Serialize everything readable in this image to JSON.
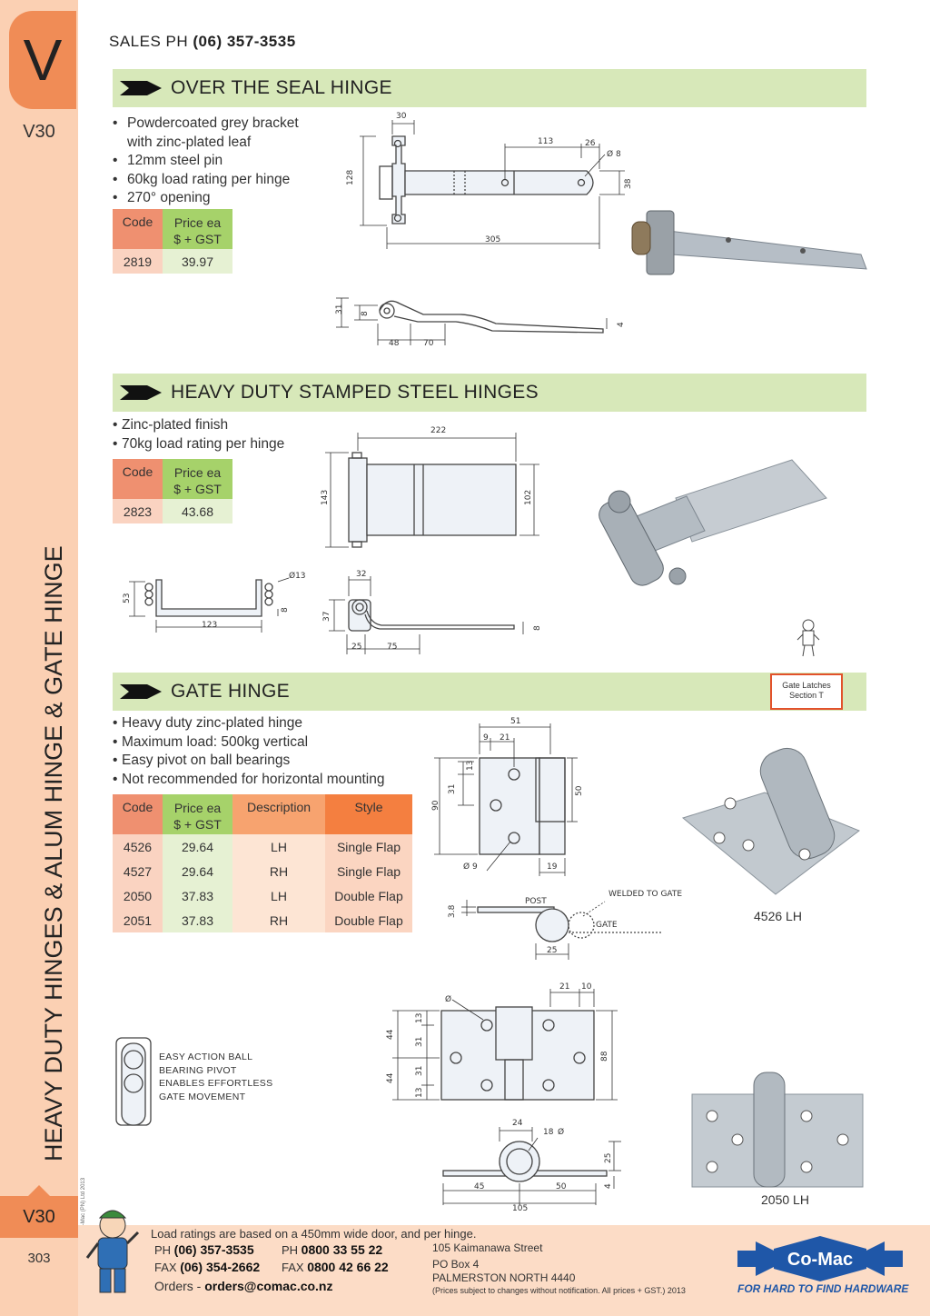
{
  "sidebar": {
    "section_letter": "V",
    "code_top": "V30",
    "vertical_title": "HEAVY DUTY HINGES & ALUM HINGE & GATE HINGE",
    "code_bottom": "V30",
    "page_number": "303",
    "copyright": "© Co-Mac (PN) Ltd 2013"
  },
  "header": {
    "sales_prefix": "SALES  PH ",
    "sales_phone": "(06) 357-3535"
  },
  "sections": [
    {
      "title": "OVER THE SEAL HINGE",
      "bullets": [
        "Powdercoated grey bracket with zinc-plated leaf",
        "12mm steel pin",
        "60kg load rating per hinge",
        "270° opening"
      ],
      "table": {
        "headers": [
          "Code",
          "Price ea\n$ + GST"
        ],
        "rows": [
          [
            "2819",
            "39.97"
          ]
        ]
      },
      "dims_top": [
        "30",
        "113",
        "26",
        "Ø 8",
        "128",
        "38",
        "305"
      ],
      "dims_side": [
        "31",
        "8",
        "48",
        "70",
        "4"
      ]
    },
    {
      "title": "HEAVY DUTY STAMPED STEEL HINGES",
      "bullets": [
        "Zinc-plated finish",
        "70kg load rating per hinge"
      ],
      "table": {
        "headers": [
          "Code",
          "Price ea\n$ + GST"
        ],
        "rows": [
          [
            "2823",
            "43.68"
          ]
        ]
      },
      "dims_front": [
        "222",
        "143",
        "102"
      ],
      "dims_plan": [
        "Ø13",
        "53",
        "8",
        "123"
      ],
      "dims_side": [
        "32",
        "37",
        "8",
        "25",
        "75"
      ]
    },
    {
      "title": "GATE HINGE",
      "tag": [
        "Gate Latches",
        "Section T"
      ],
      "bullets": [
        "Heavy duty zinc-plated hinge",
        "Maximum load: 500kg vertical",
        "Easy pivot on ball bearings",
        "Not recommended for horizontal mounting"
      ],
      "table": {
        "headers": [
          "Code",
          "Price ea\n$ + GST",
          "Description",
          "Style"
        ],
        "rows": [
          [
            "4526",
            "29.64",
            "LH",
            "Single Flap"
          ],
          [
            "4527",
            "29.64",
            "RH",
            "Single Flap"
          ],
          [
            "2050",
            "37.83",
            "LH",
            "Double Flap"
          ],
          [
            "2051",
            "37.83",
            "RH",
            "Double Flap"
          ]
        ]
      },
      "dims_single": [
        "51",
        "9",
        "21",
        "13",
        "31",
        "90",
        "50",
        "Ø 9",
        "19"
      ],
      "dims_plan": [
        "POST",
        "WELDED TO GATE",
        "GATE",
        "3.8",
        "25"
      ],
      "dims_double": [
        "21",
        "10",
        "Ø",
        "44",
        "13",
        "31",
        "44",
        "31",
        "13",
        "88"
      ],
      "dims_double_plan": [
        "24",
        "18",
        "Ø",
        "25",
        "4",
        "45",
        "50",
        "105"
      ],
      "note": [
        "EASY ACTION BALL",
        "BEARING PIVOT",
        "ENABLES EFFORTLESS",
        "GATE MOVEMENT"
      ],
      "captions": [
        "4526  LH",
        "2050 LH"
      ]
    }
  ],
  "footer": {
    "note": "Load ratings are based on a 450mm wide door, and per hinge.",
    "ph1_label": "PH ",
    "ph1": "(06) 357-3535",
    "fax1_label": "FAX ",
    "fax1": "(06) 354-2662",
    "ph2_label": "PH ",
    "ph2": "0800 33 55 22",
    "fax2_label": "FAX ",
    "fax2": "0800 42 66 22",
    "orders_label": "Orders - ",
    "orders_email": "orders@comac.co.nz",
    "address": [
      "105 Kaimanawa Street",
      "PO Box 4",
      "PALMERSTON NORTH 4440"
    ],
    "price_note": "(Prices subject to changes without notification.  All prices + GST.)  2013",
    "logo_text": "Co-Mac",
    "tagline": "FOR HARD TO FIND HARDWARE"
  },
  "colors": {
    "sidebar": "#fbd0b3",
    "tab": "#f08c56",
    "section_bar": "#d7e8b9",
    "brand_blue": "#1f57a8"
  }
}
